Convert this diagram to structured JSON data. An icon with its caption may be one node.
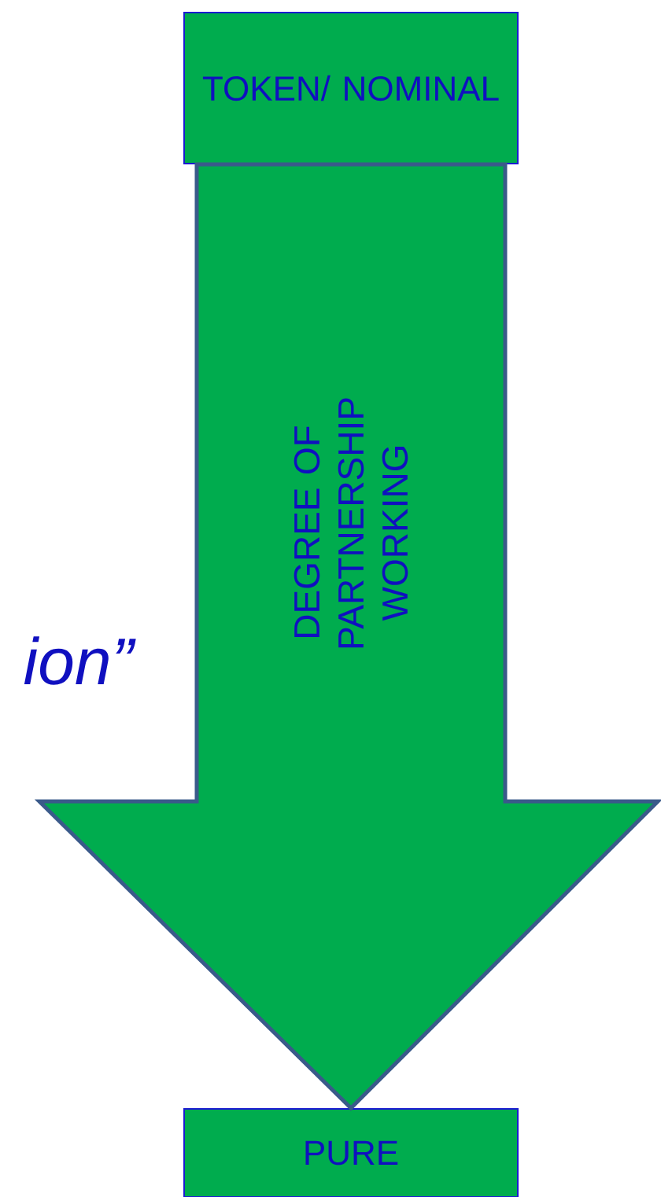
{
  "diagram": {
    "nodes": [
      {
        "text": [
          "TOKEN/ NOMINAL"
        ]
      },
      {
        "text": [
          "PURE"
        ]
      }
    ],
    "edges": [
      {
        "from": 0,
        "to": 1,
        "arrow": "to",
        "label": "DEGREE OF PARTNERSHIP WORKING",
        "style": "thick"
      }
    ],
    "labels": [
      "ion”"
    ]
  }
}
